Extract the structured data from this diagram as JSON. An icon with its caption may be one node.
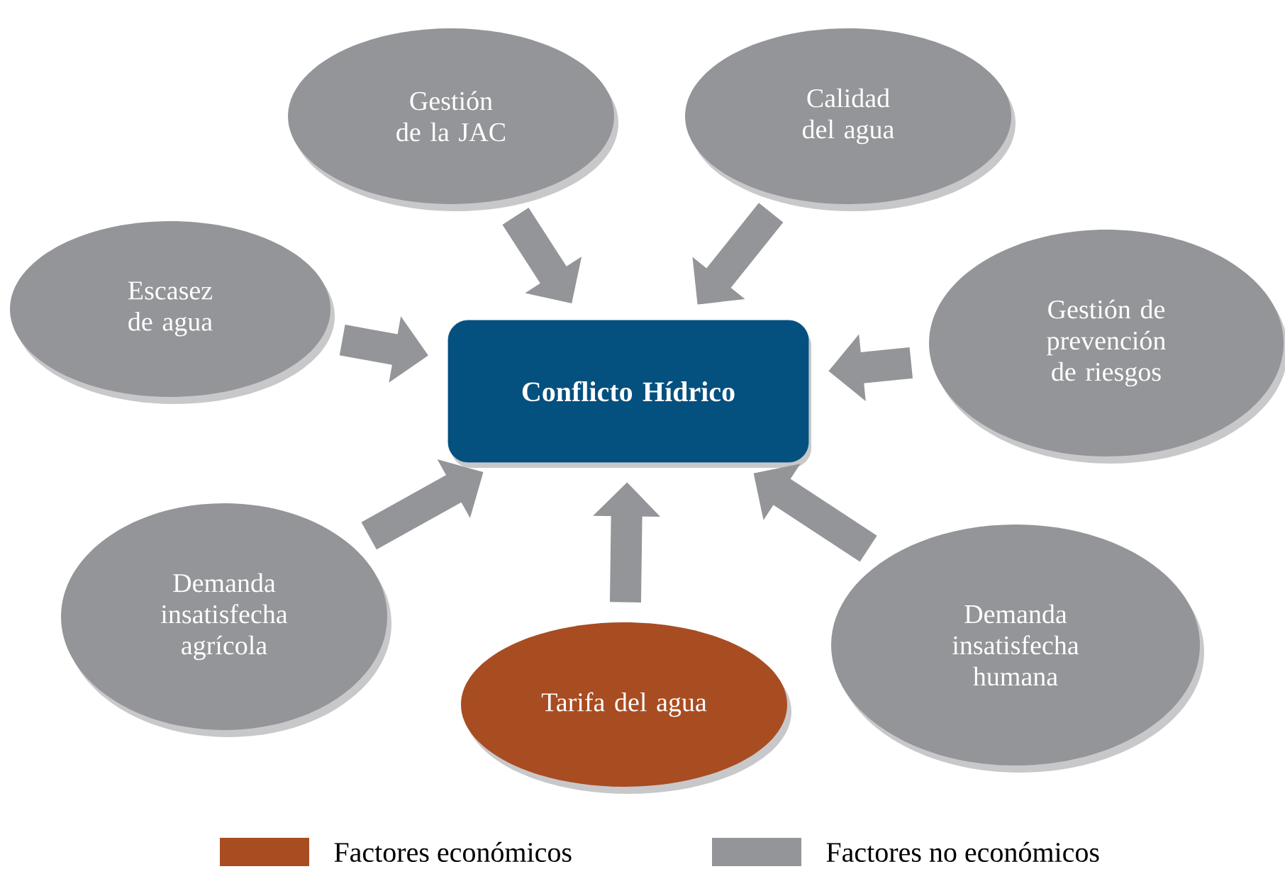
{
  "diagram": {
    "nodes": [
      {
        "text": [
          "**Conflicto** **Hídrico**"
        ]
      },
      {
        "text": [
          "Gestión de la JAC"
        ]
      },
      {
        "text": [
          "Calidad del agua"
        ]
      },
      {
        "text": [
          "Escasez de agua"
        ]
      },
      {
        "text": [
          "Gestión de prevención de riesgos"
        ]
      },
      {
        "text": [
          "Demanda insatisfecha agrícola"
        ]
      },
      {
        "text": [
          "Tarifa del agua"
        ]
      },
      {
        "text": [
          "Demanda insatisfecha humana"
        ]
      }
    ],
    "edges": [
      {
        "from": 1,
        "to": 0,
        "arrow": "to"
      },
      {
        "from": 2,
        "to": 0,
        "arrow": "to"
      },
      {
        "from": 3,
        "to": 0,
        "arrow": "to"
      },
      {
        "from": 4,
        "to": 0,
        "arrow": "to"
      },
      {
        "from": 5,
        "to": 0,
        "arrow": "to"
      },
      {
        "from": 6,
        "to": 0,
        "arrow": "to"
      },
      {
        "from": 7,
        "to": 0,
        "arrow": "to"
      }
    ],
    "legend": [
      {
        "text": "Factores económicos",
        "color": "#a84c22"
      },
      {
        "text": "Factores no económicos",
        "color": "#939598"
      }
    ]
  }
}
